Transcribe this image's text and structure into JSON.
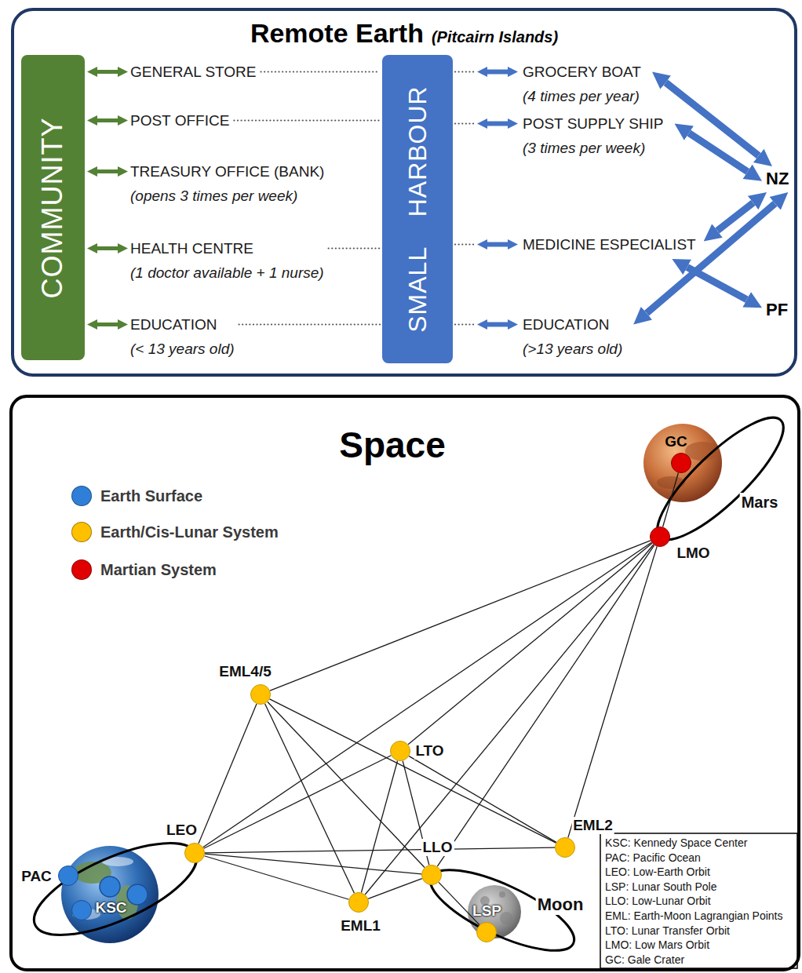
{
  "diagram": {
    "nodes": [
      {
        "text": [
          "Remote Earth",
          "(Pitcairn Islands)"
        ]
      },
      {
        "text": [
          "COMMUNITY"
        ],
        "in": 0
      },
      {
        "text": [
          "GENERAL STORE"
        ],
        "in": 0
      },
      {
        "text": [
          "POST OFFICE"
        ],
        "in": 0
      },
      {
        "text": [
          "TREASURY OFFICE (BANK)",
          "(opens 3 times per week)"
        ],
        "in": 0
      },
      {
        "text": [
          "HEALTH CENTRE",
          "(1 doctor available + 1 nurse)"
        ],
        "in": 0
      },
      {
        "text": [
          "EDUCATION",
          "(< 13 years old)"
        ],
        "in": 0
      },
      {
        "text": [
          "SMALL HARBOUR"
        ],
        "in": 0
      },
      {
        "text": [
          "GROCERY BOAT",
          "(4 times per year)"
        ],
        "in": 0
      },
      {
        "text": [
          "POST SUPPLY SHIP",
          "(3 times per week)"
        ],
        "in": 0
      },
      {
        "text": [
          "MEDICINE ESPECIALIST"
        ],
        "in": 0
      },
      {
        "text": [
          "EDUCATION",
          "(>13 years old)"
        ],
        "in": 0
      },
      {
        "text": [
          "NZ"
        ],
        "in": 0
      },
      {
        "text": [
          "PF"
        ],
        "in": 0
      },
      {
        "text": [
          "Space"
        ]
      },
      {
        "text": [
          "PAC"
        ],
        "in": 14
      },
      {
        "text": [
          "KSC"
        ],
        "in": 14
      },
      {
        "text": [
          "LEO"
        ],
        "in": 14
      },
      {
        "text": [
          "EML1"
        ],
        "in": 14
      },
      {
        "text": [
          "LLO"
        ],
        "in": 14
      },
      {
        "text": [
          "LSP"
        ],
        "in": 14
      },
      {
        "text": [
          "EML2"
        ],
        "in": 14
      },
      {
        "text": [
          "LTO"
        ],
        "in": 14
      },
      {
        "text": [
          "EML4/5"
        ],
        "in": 14
      },
      {
        "text": [
          "LMO"
        ],
        "in": 14
      },
      {
        "text": [
          "GC"
        ],
        "in": 14
      }
    ],
    "edges": [
      {
        "from": 1,
        "to": 2,
        "arrow": "both"
      },
      {
        "from": 1,
        "to": 3,
        "arrow": "both"
      },
      {
        "from": 1,
        "to": 4,
        "arrow": "both"
      },
      {
        "from": 1,
        "to": 5,
        "arrow": "both"
      },
      {
        "from": 1,
        "to": 6,
        "arrow": "both"
      },
      {
        "from": 2,
        "to": 7,
        "arrow": "none"
      },
      {
        "from": 3,
        "to": 7,
        "arrow": "none"
      },
      {
        "from": 5,
        "to": 7,
        "arrow": "none"
      },
      {
        "from": 6,
        "to": 7,
        "arrow": "none"
      },
      {
        "from": 7,
        "to": 8,
        "arrow": "both"
      },
      {
        "from": 7,
        "to": 9,
        "arrow": "both"
      },
      {
        "from": 7,
        "to": 10,
        "arrow": "both"
      },
      {
        "from": 7,
        "to": 11,
        "arrow": "both"
      },
      {
        "from": 8,
        "to": 12,
        "arrow": "both"
      },
      {
        "from": 9,
        "to": 12,
        "arrow": "both"
      },
      {
        "from": 10,
        "to": 12,
        "arrow": "both"
      },
      {
        "from": 11,
        "to": 12,
        "arrow": "both"
      },
      {
        "from": 10,
        "to": 13,
        "arrow": "both"
      },
      {
        "from": 17,
        "to": 23,
        "arrow": "none"
      },
      {
        "from": 17,
        "to": 22,
        "arrow": "none"
      },
      {
        "from": 17,
        "to": 24,
        "arrow": "none"
      },
      {
        "from": 17,
        "to": 21,
        "arrow": "none"
      },
      {
        "from": 17,
        "to": 18,
        "arrow": "none"
      },
      {
        "from": 17,
        "to": 19,
        "arrow": "none"
      },
      {
        "from": 23,
        "to": 24,
        "arrow": "none"
      },
      {
        "from": 23,
        "to": 18,
        "arrow": "none"
      },
      {
        "from": 23,
        "to": 19,
        "arrow": "none"
      },
      {
        "from": 23,
        "to": 21,
        "arrow": "none"
      },
      {
        "from": 22,
        "to": 24,
        "arrow": "none"
      },
      {
        "from": 22,
        "to": 18,
        "arrow": "none"
      },
      {
        "from": 22,
        "to": 19,
        "arrow": "none"
      },
      {
        "from": 22,
        "to": 21,
        "arrow": "none"
      },
      {
        "from": 18,
        "to": 19,
        "arrow": "none"
      },
      {
        "from": 18,
        "to": 24,
        "arrow": "none"
      },
      {
        "from": 19,
        "to": 24,
        "arrow": "none"
      },
      {
        "from": 21,
        "to": 24,
        "arrow": "none"
      },
      {
        "from": 19,
        "to": 20,
        "arrow": "none"
      },
      {
        "from": 24,
        "to": 25,
        "arrow": "none"
      }
    ],
    "labels": [
      "Mars",
      "Moon",
      "KSC: Kennedy Space Center",
      "PAC: Pacific Ocean",
      "LEO: Low-Earth Orbit",
      "LSP: Lunar South Pole",
      "LLO: Low-Lunar Orbit",
      "EML: Earth-Moon Lagrangian Points",
      "LTO: Lunar Transfer Orbit",
      "LMO: Low Mars Orbit",
      "GC: Gale Crater"
    ],
    "legend": [
      {
        "text": "Earth Surface",
        "color": "#2f7fd8"
      },
      {
        "text": "Earth/Cis-Lunar System",
        "color": "#ffc000"
      },
      {
        "text": "Martian System",
        "color": "#e00000"
      }
    ]
  }
}
